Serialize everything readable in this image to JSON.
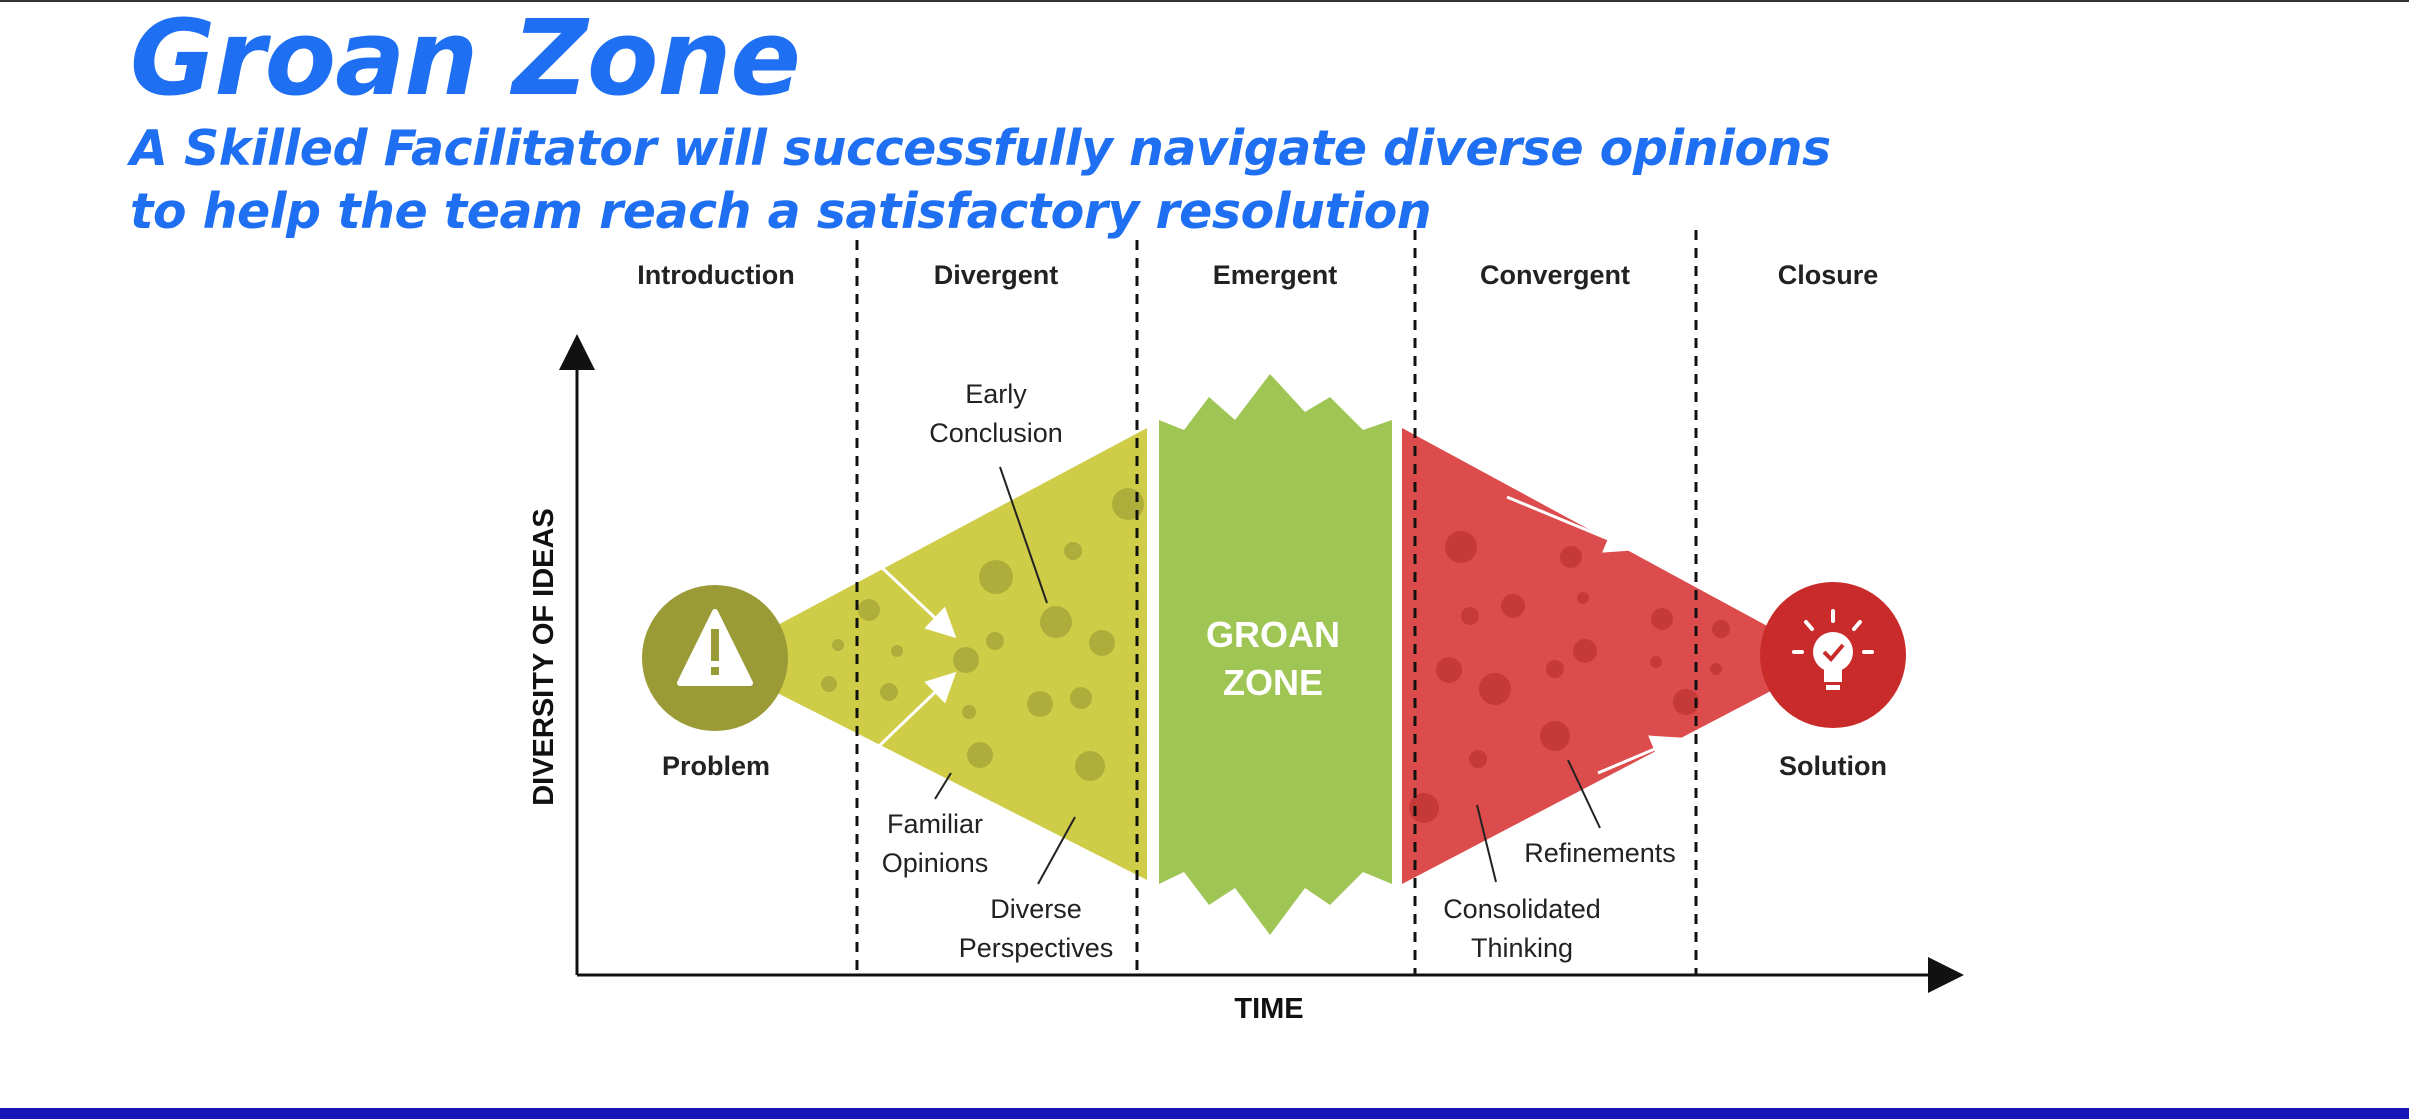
{
  "header": {
    "title": "Groan Zone",
    "subtitle_line1": "A Skilled Facilitator will successfully navigate diverse opinions",
    "subtitle_line2": "to help the team reach a satisfactory resolution"
  },
  "diagram": {
    "phases": [
      "Introduction",
      "Divergent",
      "Emergent",
      "Convergent",
      "Closure"
    ],
    "y_axis_label": "DIVERSITY OF IDEAS",
    "x_axis_label": "TIME",
    "groan_zone_line1": "GROAN",
    "groan_zone_line2": "ZONE",
    "start_label": "Problem",
    "end_label": "Solution",
    "start_icon": "warning-icon",
    "end_icon": "lightbulb-check-icon",
    "annotations": {
      "early_conclusion": [
        "Early",
        "Conclusion"
      ],
      "familiar_opinions": [
        "Familiar",
        "Opinions"
      ],
      "diverse_perspectives": [
        "Diverse",
        "Perspectives"
      ],
      "consolidated_thinking": [
        "Consolidated",
        "Thinking"
      ],
      "refinements": "Refinements"
    },
    "colors": {
      "divergent": "#cfcd48",
      "emergent": "#9fc554",
      "convergent": "#dc4c4c",
      "problem_circle": "#9a9a36",
      "solution_circle": "#c92a2a",
      "title": "#1f6ff2"
    }
  }
}
